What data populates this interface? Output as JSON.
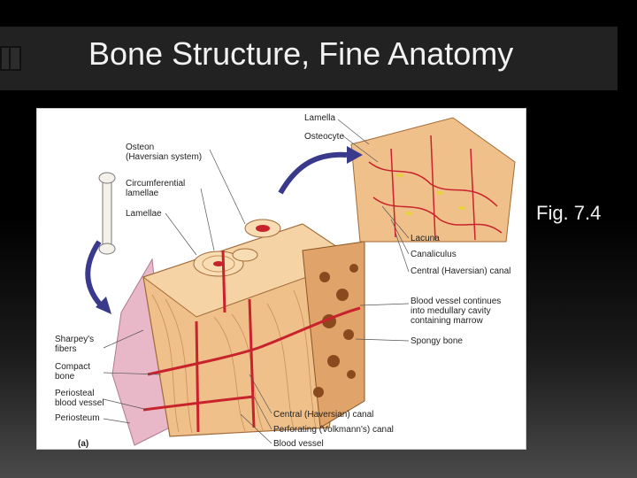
{
  "slide": {
    "title": "Bone Structure, Fine Anatomy",
    "figure_ref": "Fig. 7.4"
  },
  "figure": {
    "panel_label": "(a)",
    "labels": {
      "lamella": "Lamella",
      "osteocyte": "Osteocyte",
      "osteon": "Osteon\n(Haversian system)",
      "circumferential": "Circumferential\nlamellae",
      "lamellae": "Lamellae",
      "lacuna": "Lacuna",
      "canaliculus": "Canaliculus",
      "central_canal_right": "Central (Haversian) canal",
      "blood_vessel_continues": "Blood vessel continues\ninto medullary cavity\ncontaining marrow",
      "spongy_bone": "Spongy bone",
      "sharpeys": "Sharpey's\nfibers",
      "compact_bone": "Compact\nbone",
      "periosteal_vessel": "Periosteal\nblood vessel",
      "periosteum": "Periosteum",
      "central_canal_bottom": "Central (Haversian) canal",
      "perforating_canal": "Perforating (Volkmann's) canal",
      "blood_vessel": "Blood vessel"
    }
  },
  "colors": {
    "bone": "#f0c08a",
    "bone_dark": "#d89a5c",
    "vessel": "#c8232c",
    "arrow": "#3a3a8c",
    "periosteum": "#e8b8c8"
  }
}
